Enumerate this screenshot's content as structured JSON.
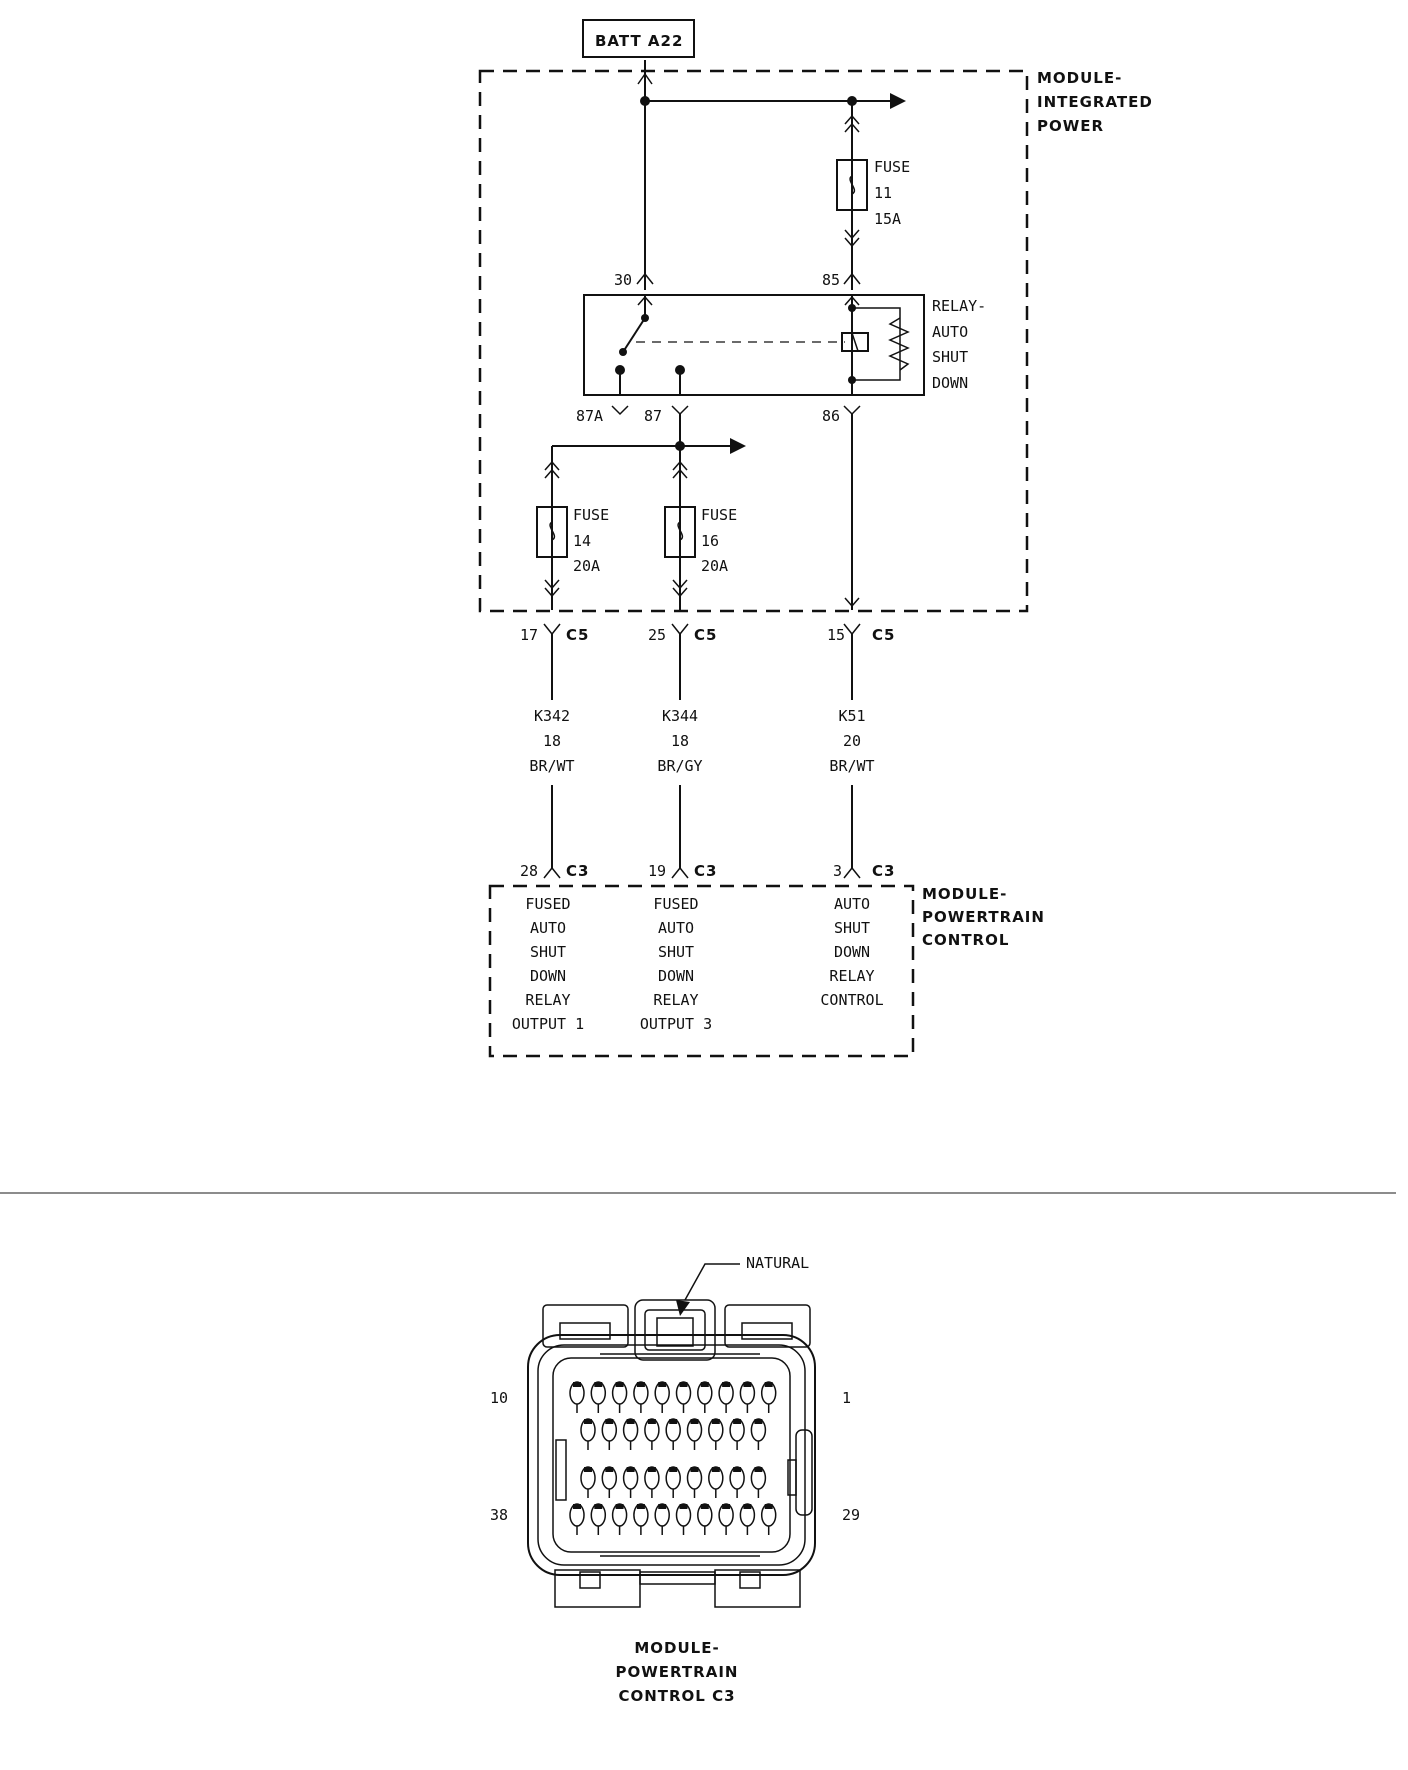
{
  "battery": "BATT A22",
  "modules": {
    "integrated_power": [
      "MODULE-",
      "INTEGRATED",
      "POWER"
    ],
    "powertrain_control": [
      "MODULE-",
      "POWERTRAIN",
      "CONTROL"
    ]
  },
  "fuses": {
    "fuse11": [
      "FUSE",
      "11",
      "15A"
    ],
    "fuse14": [
      "FUSE",
      "14",
      "20A"
    ],
    "fuse16": [
      "FUSE",
      "16",
      "20A"
    ]
  },
  "relay": {
    "label": [
      "RELAY-",
      "AUTO",
      "SHUT",
      "DOWN"
    ],
    "pins": {
      "p30": "30",
      "p85": "85",
      "p87a": "87A",
      "p87": "87",
      "p86": "86"
    }
  },
  "connector_c5": {
    "name": "C5",
    "pins": [
      "17",
      "25",
      "15"
    ]
  },
  "wires": [
    [
      "K342",
      "18",
      "BR/WT"
    ],
    [
      "K344",
      "18",
      "BR/GY"
    ],
    [
      "K51",
      "20",
      "BR/WT"
    ]
  ],
  "connector_c3": {
    "name": "C3",
    "pins": [
      "28",
      "19",
      "3"
    ]
  },
  "pcm_functions": [
    [
      "FUSED",
      "AUTO",
      "SHUT",
      "DOWN",
      "RELAY",
      "OUTPUT 1"
    ],
    [
      "FUSED",
      "AUTO",
      "SHUT",
      "DOWN",
      "RELAY",
      "OUTPUT 3"
    ],
    [
      "AUTO",
      "SHUT",
      "DOWN",
      "RELAY",
      "CONTROL"
    ]
  ],
  "connector_view": {
    "callout": "NATURAL",
    "corner_pins": {
      "top_left": "10",
      "top_right": "1",
      "bottom_left": "38",
      "bottom_right": "29"
    },
    "caption": [
      "MODULE-",
      "POWERTRAIN",
      "CONTROL C3"
    ]
  }
}
